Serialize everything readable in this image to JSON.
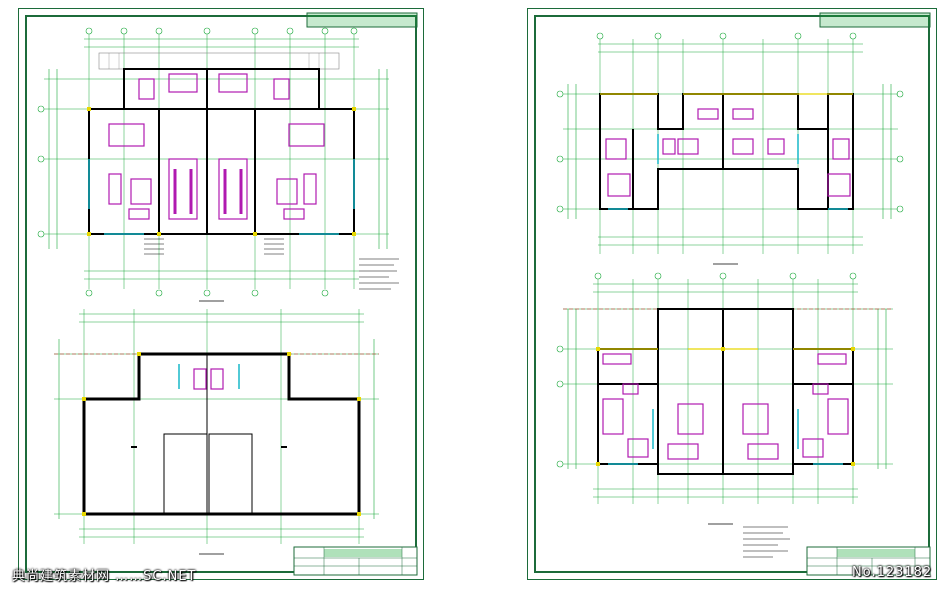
{
  "watermark_left": "典尚建筑素材网  ……SC.NET",
  "watermark_right": "No.123182",
  "colors": {
    "axis": "#1aa83a",
    "wall": "#000000",
    "furniture": "#b01ab0",
    "dimension": "#1aa83a",
    "frame": "#1c6b3a",
    "window": "#18b8c8",
    "column": "#e8d800",
    "red_axis": "#d02020"
  },
  "sheets": [
    {
      "id": "left",
      "plans": [
        "ground-floor",
        "roof-plan"
      ]
    },
    {
      "id": "right",
      "plans": [
        "second-floor",
        "third-floor"
      ]
    }
  ]
}
